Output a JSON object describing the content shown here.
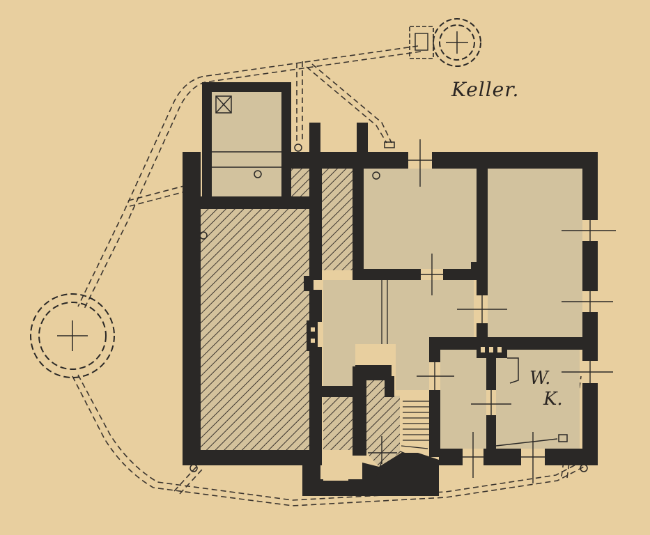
{
  "title": "Keller.",
  "room_label_line1": "W.",
  "room_label_line2": "K.",
  "colors": {
    "paper": "#e8cf9f",
    "wall": "#2a2826",
    "room_fill": "#d2c29e",
    "hatch": "#3a342e"
  }
}
